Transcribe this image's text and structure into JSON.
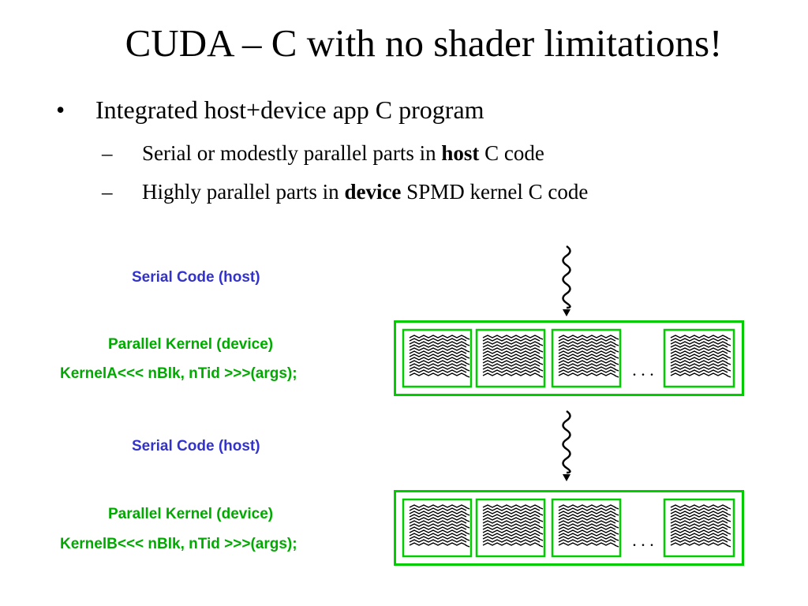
{
  "slide": {
    "title": "CUDA – C with no shader limitations!",
    "bullet_mark": "•",
    "dash_mark": "–",
    "bullet1": "Integrated host+device app C program",
    "sub1": {
      "before": "Serial or modestly parallel parts in ",
      "bold": "host",
      "after": " C code"
    },
    "sub2": {
      "before": "Highly parallel parts in ",
      "bold": "device",
      "after": " SPMD kernel C code"
    }
  },
  "diagram": {
    "serial1": "Serial Code (host)",
    "kernelA_title": "Parallel Kernel (device)",
    "kernelA_call": "KernelA<<< nBlk, nTid >>>(args);",
    "serial2": "Serial Code (host)",
    "kernelB_title": "Parallel Kernel (device)",
    "kernelB_call": "KernelB<<< nBlk, nTid >>>(args);",
    "ellipsis": ". . .",
    "colors": {
      "host_label": "#3333cc",
      "device_label": "#00aa00",
      "block_border": "#00cc00"
    }
  }
}
